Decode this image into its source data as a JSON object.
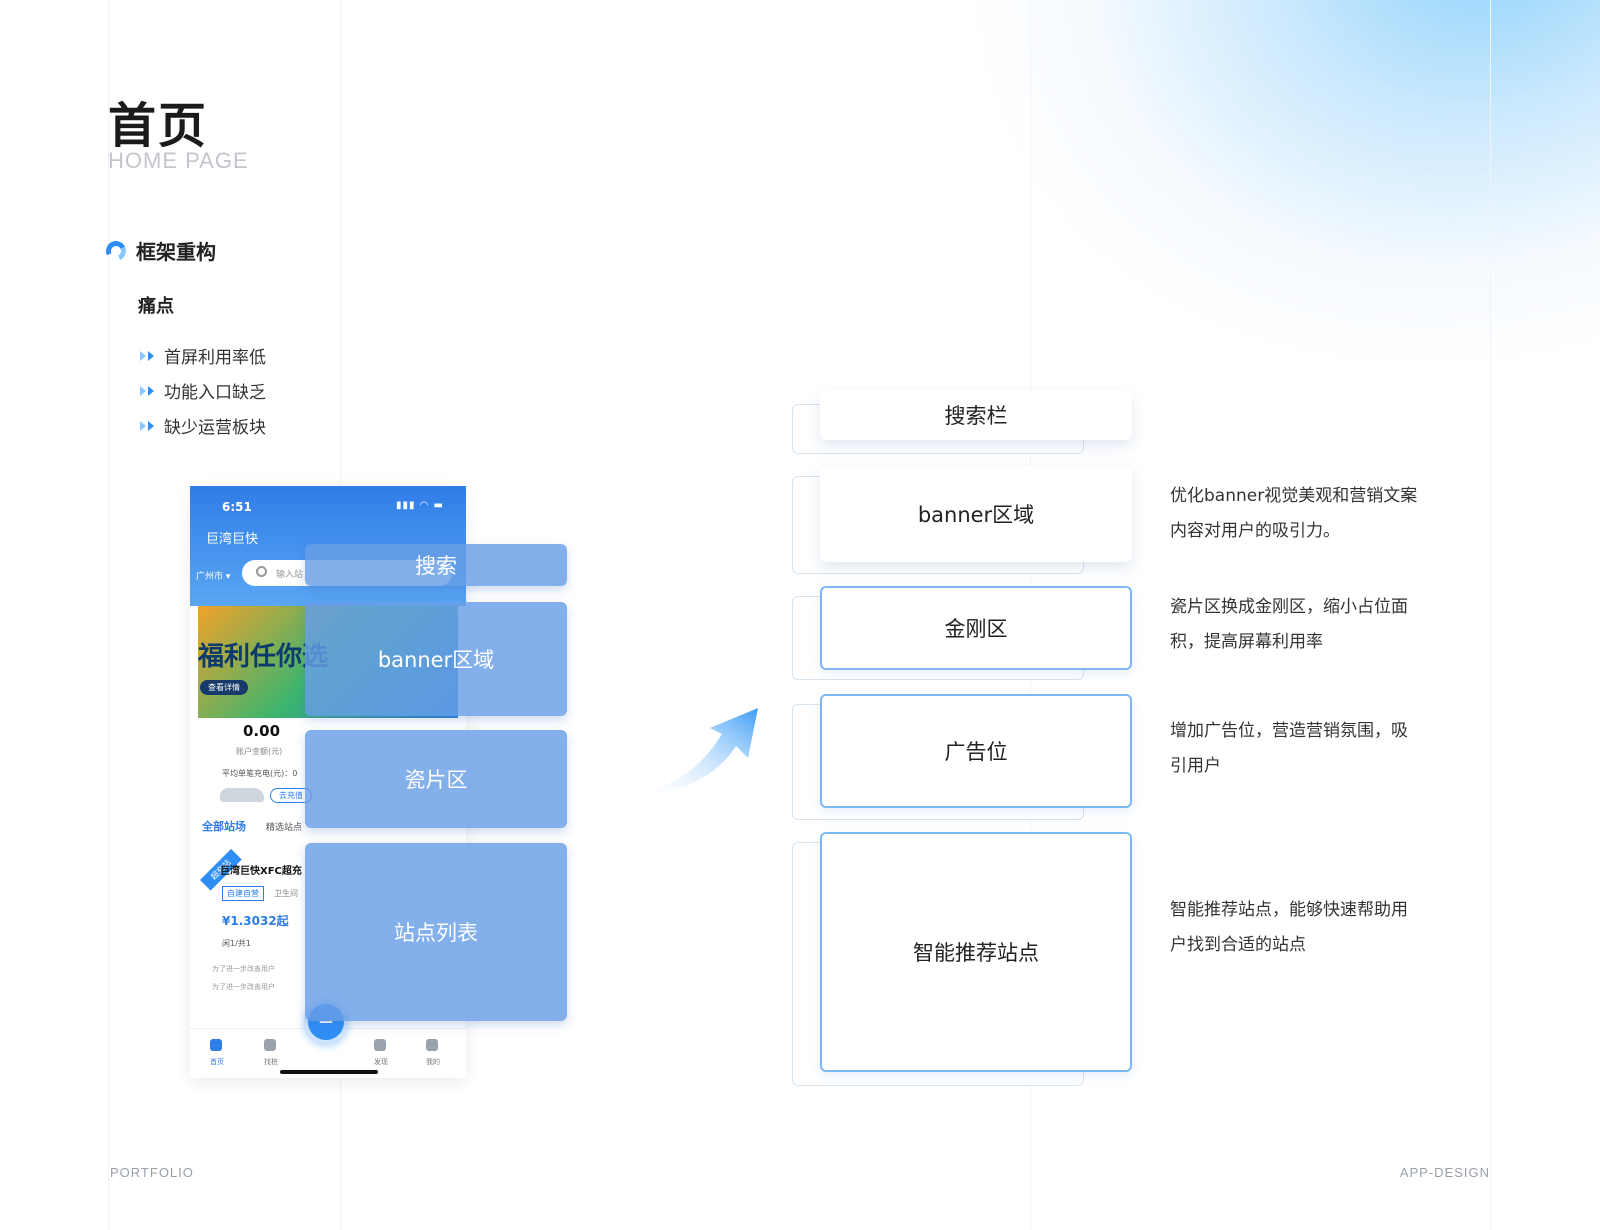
{
  "header": {
    "title_cn": "首页",
    "title_en": "HOME PAGE"
  },
  "section": {
    "title": "框架重构",
    "icon": "ring-icon"
  },
  "pain_points": {
    "title": "痛点",
    "items": [
      "首屏利用率低",
      "功能入口缺乏",
      "缺少运营板块"
    ]
  },
  "phone": {
    "time": "6:51",
    "app_name": "巨湾巨快",
    "city": "广州市 ▾",
    "search_placeholder": "输入站",
    "banner_text": "福利任你选",
    "banner_button": "查看详情",
    "amount": "0.00",
    "amount_label": "账户金额(元)",
    "avg_label": "平均单笔充电(元)：0",
    "recharge": "去充值",
    "tab_all": "全部站场",
    "tab_selected": "精选站点",
    "ribbon": "超充站",
    "station_name": "巨湾巨快XFC超充",
    "tag_self": "自建自营",
    "tag_wc": "卫生间",
    "price": "¥1.3032起",
    "idle": "闲1/共1",
    "note1": "为了进一步改善用户",
    "note2": "为了进一步改善用户",
    "nav": [
      "首页",
      "找桩",
      "发现",
      "我的"
    ],
    "fab": "—"
  },
  "overlays": [
    "搜索",
    "banner区域",
    "瓷片区",
    "站点列表"
  ],
  "structure_boxes": [
    "搜索栏",
    "banner区域",
    "金刚区",
    "广告位",
    "智能推荐站点"
  ],
  "descriptions": [
    "优化banner视觉美观和营销文案内容对用户的吸引力。",
    "瓷片区换成金刚区，缩小占位面积，提高屏幕利用率",
    "增加广告位，营造营销氛围，吸引用户",
    "智能推荐站点，能够快速帮助用户找到合适的站点"
  ],
  "footer": {
    "left": "PORTFOLIO",
    "right": "APP-DESIGN"
  },
  "colors": {
    "accent": "#2f8ef5",
    "overlay": "#689ee6",
    "box_outline": "#7eb8f2"
  }
}
